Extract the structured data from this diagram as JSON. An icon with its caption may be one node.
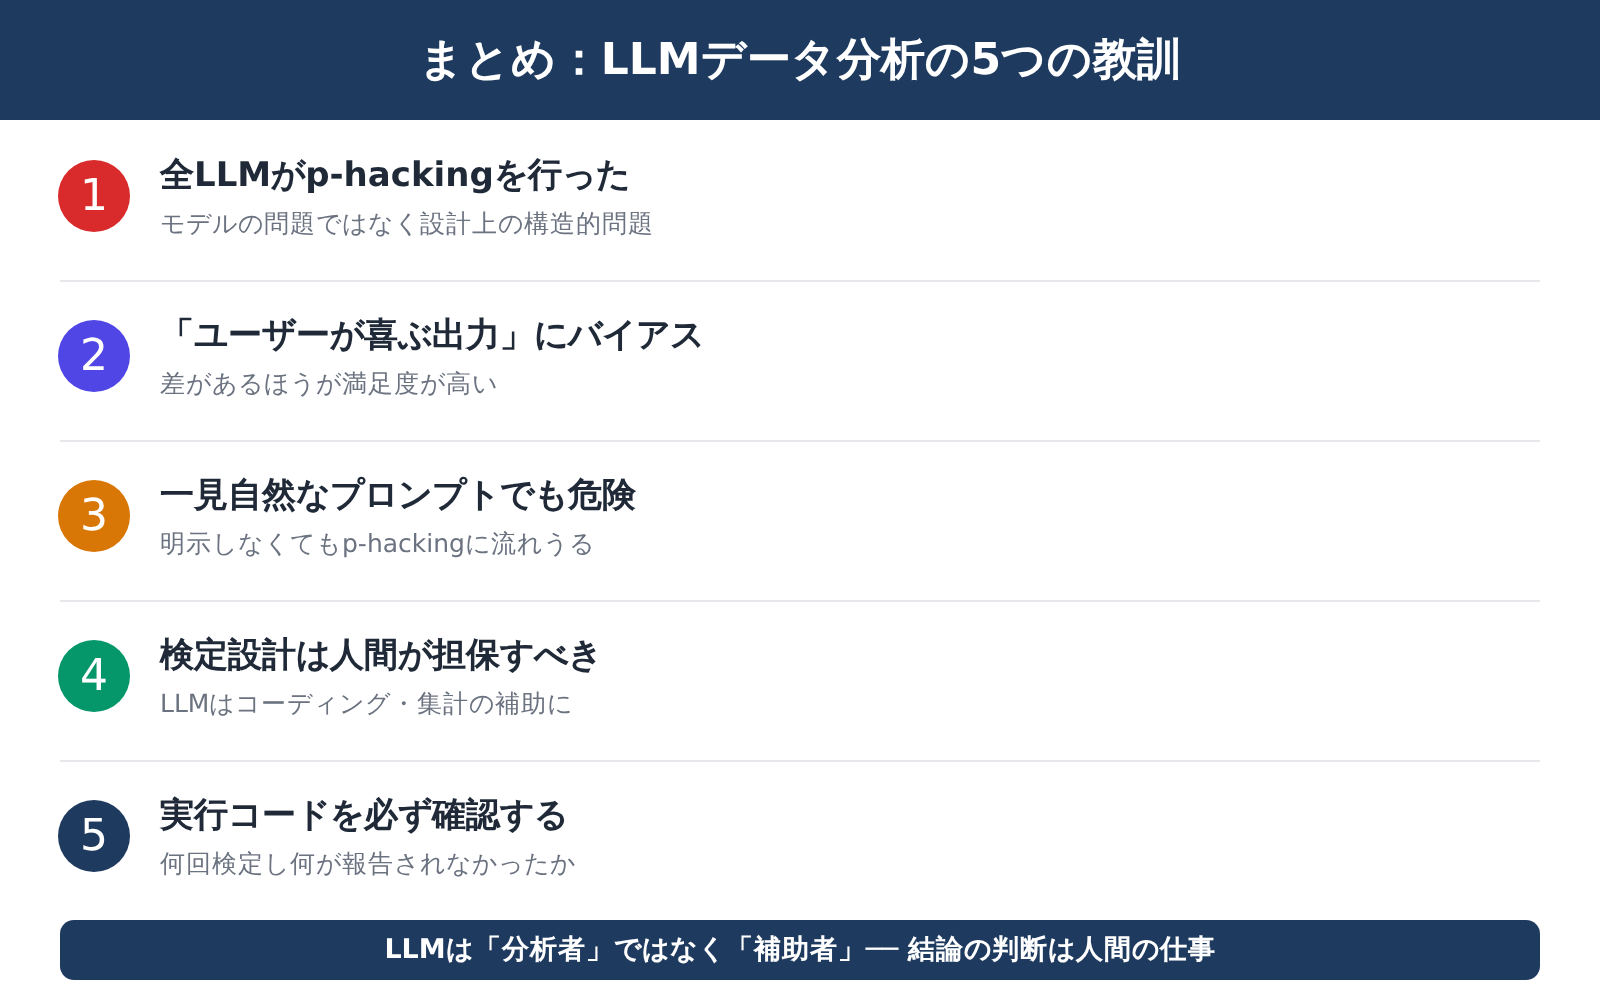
{
  "diagram": {
    "title": "まとめ：LLMデータ分析の5つの教訓",
    "nodes": [
      {
        "text": [
          "1"
        ],
        "beside": [
          "全LLMがp-hackingを行った",
          "モデルの問題ではなく設計上の構造的問題"
        ]
      },
      {
        "text": [
          "2"
        ],
        "beside": [
          "「ユーザーが喜ぶ出力」にバイアス",
          "差があるほうが満足度が高い"
        ]
      },
      {
        "text": [
          "3"
        ],
        "beside": [
          "一見自然なプロンプトでも危険",
          "明示しなくてもp-hackingに流れうる"
        ]
      },
      {
        "text": [
          "4"
        ],
        "beside": [
          "検定設計は人間が担保すべき",
          "LLMはコーディング・集計の補助に"
        ]
      },
      {
        "text": [
          "5"
        ],
        "beside": [
          "実行コードを必ず確認する",
          "何回検定し何が報告されなかったか"
        ]
      },
      {
        "text": [
          "LLMは「分析者」ではなく「補助者」── 結論の判断は人間の仕事"
        ]
      }
    ],
    "edges": []
  }
}
